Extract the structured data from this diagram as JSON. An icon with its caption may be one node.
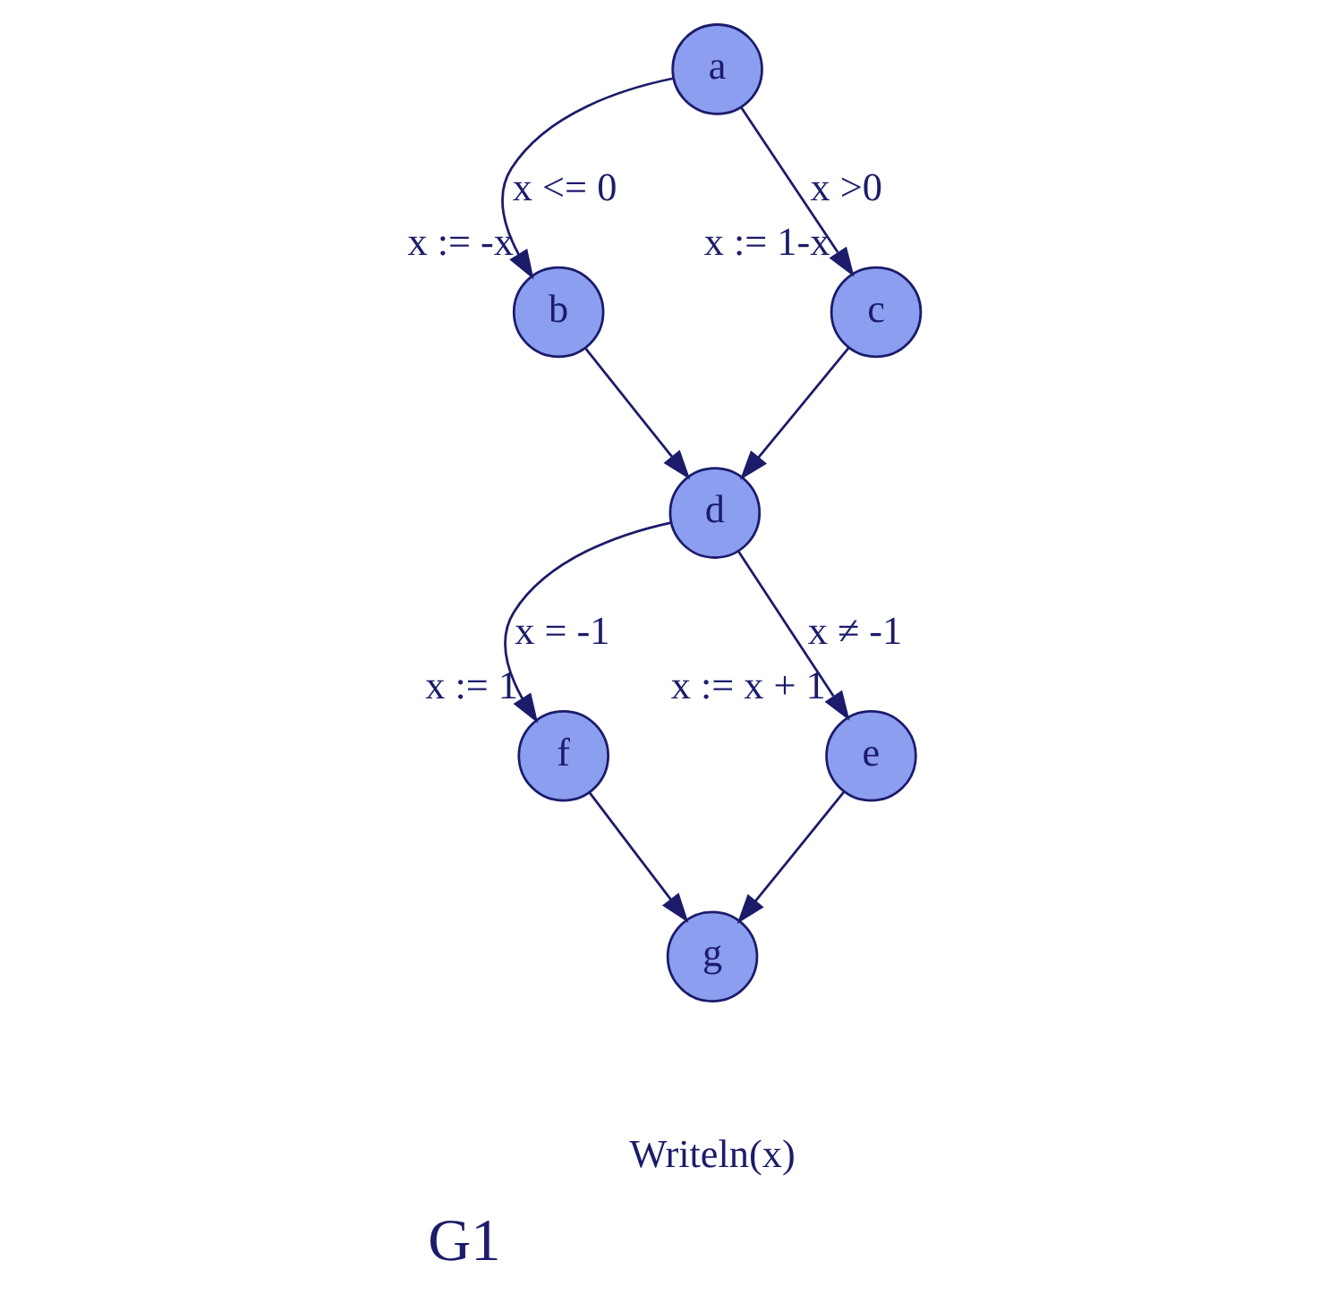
{
  "diagram": {
    "caption": "G1",
    "nodes": [
      {
        "text": [
          "a"
        ]
      },
      {
        "text": [
          "b"
        ],
        "beside": [
          "x := -x"
        ]
      },
      {
        "text": [
          "c"
        ],
        "beside": [
          "x := 1-x"
        ]
      },
      {
        "text": [
          "d"
        ]
      },
      {
        "text": [
          "f"
        ],
        "beside": [
          "x := 1"
        ]
      },
      {
        "text": [
          "e"
        ],
        "beside": [
          "x := x + 1"
        ]
      },
      {
        "text": [
          "g"
        ],
        "beside": [
          "Writeln(x)"
        ]
      }
    ],
    "edges": [
      {
        "from": 0,
        "to": 1,
        "arrow": "to",
        "label": "x <= 0"
      },
      {
        "from": 0,
        "to": 2,
        "arrow": "to",
        "label": "x >0"
      },
      {
        "from": 1,
        "to": 3,
        "arrow": "to"
      },
      {
        "from": 2,
        "to": 3,
        "arrow": "to"
      },
      {
        "from": 3,
        "to": 4,
        "arrow": "to",
        "label": "x = -1"
      },
      {
        "from": 3,
        "to": 5,
        "arrow": "to",
        "label": "x ≠ -1"
      },
      {
        "from": 4,
        "to": 6,
        "arrow": "to"
      },
      {
        "from": 5,
        "to": 6,
        "arrow": "to"
      }
    ]
  }
}
